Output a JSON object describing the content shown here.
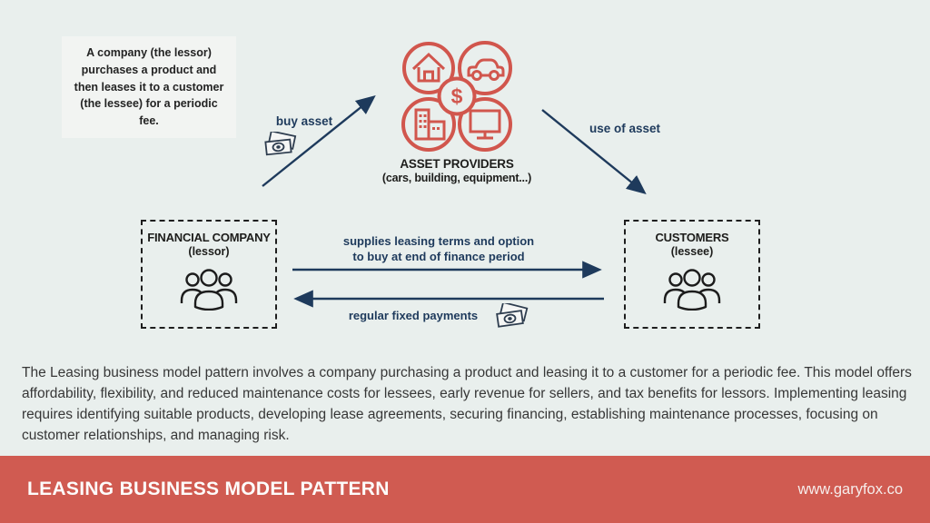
{
  "colors": {
    "background": "#e9efed",
    "info_box_fill": "#f2f4f2",
    "accent_red": "#d1564d",
    "arrow_navy": "#1e3a5c",
    "ink_black": "#1d1d1b",
    "paragraph_gray": "#373737",
    "footer_red": "#d05b51",
    "footer_text": "#fdfcfb"
  },
  "info_box": {
    "text": "A company (the lessor) purchases a product and then leases it to a customer (the lessee) for a periodic fee."
  },
  "asset_providers": {
    "title": "ASSET PROVIDERS",
    "subtitle": "(cars, building, equipment...)",
    "icons": [
      "house-icon",
      "car-icon",
      "building-icon",
      "computer-icon",
      "dollar-icon"
    ]
  },
  "nodes": {
    "financial_company": {
      "title": "FINANCIAL COMPANY",
      "subtitle": "(lessor)",
      "icon": "people-group-icon"
    },
    "customers": {
      "title": "CUSTOMERS",
      "subtitle": "(lessee)",
      "icon": "people-group-icon"
    }
  },
  "flows": {
    "buy_asset": {
      "label": "buy asset",
      "icon": "money-icon"
    },
    "use_of_asset": {
      "label": "use of asset"
    },
    "supplies": {
      "label_line1": "supplies leasing terms and option",
      "label_line2": "to buy at end of finance period"
    },
    "payments": {
      "label": "regular fixed payments",
      "icon": "money-icon"
    }
  },
  "description": "The Leasing business model pattern involves a company purchasing a product and leasing it to a customer for a periodic fee. This model offers affordability, flexibility, and reduced maintenance costs for lessees, early revenue for sellers, and tax benefits for lessors. Implementing leasing requires identifying suitable products, developing lease agreements, securing financing, establishing maintenance processes, focusing on customer relationships, and managing risk.",
  "footer": {
    "title": "LEASING BUSINESS MODEL PATTERN",
    "url": "www.garyfox.co"
  }
}
